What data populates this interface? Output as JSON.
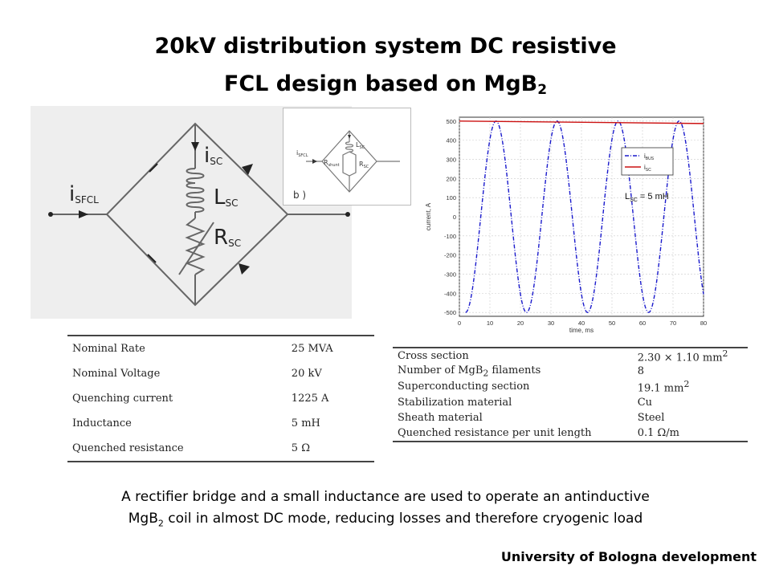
{
  "slide": {
    "title_line1": "20kV distribution system DC resistive",
    "title_line2_main": "FCL design based on MgB",
    "title_line2_sub": "2",
    "caption_line1": "A rectifier bridge and a small inductance are used to operate an antinductive",
    "caption_line2_a": "MgB",
    "caption_line2_sub": "2",
    "caption_line2_b": " coil in almost DC mode, reducing losses and therefore cryogenic load",
    "credit": "University of Bologna development"
  },
  "circuit": {
    "i_sfcl": "i",
    "i_sfcl_sub": "SFCL",
    "i_sc": "i",
    "i_sc_sub": "SC",
    "l_sc": "L",
    "l_sc_sub": "SC",
    "r_sc": "R",
    "r_sc_sub": "SC"
  },
  "inset": {
    "label": "b )",
    "i_sfcl": "i",
    "i_sfcl_sub": "SFCL",
    "l_sc": "L",
    "l_sc_sub": "SC",
    "r_shunt": "R",
    "r_shunt_sub": "shunt",
    "r_sc": "R",
    "r_sc_sub": "SC"
  },
  "table1": {
    "rows": [
      {
        "label": "Nominal Rate",
        "value": "25 MVA"
      },
      {
        "label": "Nominal Voltage",
        "value": "20 kV"
      },
      {
        "label": "Quenching current",
        "value": "1225 A"
      },
      {
        "label": "Inductance",
        "value": "5 mH"
      },
      {
        "label": "Quenched resistance",
        "value": "5 Ω"
      }
    ]
  },
  "table2": {
    "rows": [
      {
        "label": "Cross section",
        "value": "2.30 × 1.10 mm",
        "value_sup": "2"
      },
      {
        "label": "Number of MgB",
        "label_sub": "2",
        "label_rest": " filaments",
        "value": "8"
      },
      {
        "label": "Superconducting section",
        "value": "19.1 mm",
        "value_sup": "2"
      },
      {
        "label": "Stabilization material",
        "value": "Cu"
      },
      {
        "label": "Sheath material",
        "value": "Steel"
      },
      {
        "label": "Quenched resistance per unit length",
        "value": "0.1 Ω/m"
      }
    ]
  },
  "chart_data": {
    "type": "line",
    "xlabel": "time, ms",
    "ylabel": "current, A",
    "xlim": [
      0,
      80
    ],
    "ylim": [
      -520,
      520
    ],
    "x_ticks": [
      "0",
      "10",
      "20",
      "30",
      "40",
      "50",
      "60",
      "70",
      "80"
    ],
    "y_ticks": [
      "500",
      "400",
      "300",
      "200",
      "100",
      "0",
      "-100",
      "-200",
      "-300",
      "-400",
      "-500"
    ],
    "grid": true,
    "legend_position": "right",
    "annotation": {
      "text": "L",
      "sub": "SC",
      "rest": " = 5 mH"
    },
    "series": [
      {
        "name": "i",
        "name_sub": "BUS",
        "color": "#1a1acc",
        "style": "dash-dot",
        "amplitude": 500,
        "period_ms": 20,
        "start_x": 2,
        "x_end": 80
      },
      {
        "name": "i",
        "name_sub": "SC",
        "color": "#cc1111",
        "style": "solid",
        "start_value": 500,
        "end_value": 487,
        "x_end": 80
      }
    ]
  }
}
